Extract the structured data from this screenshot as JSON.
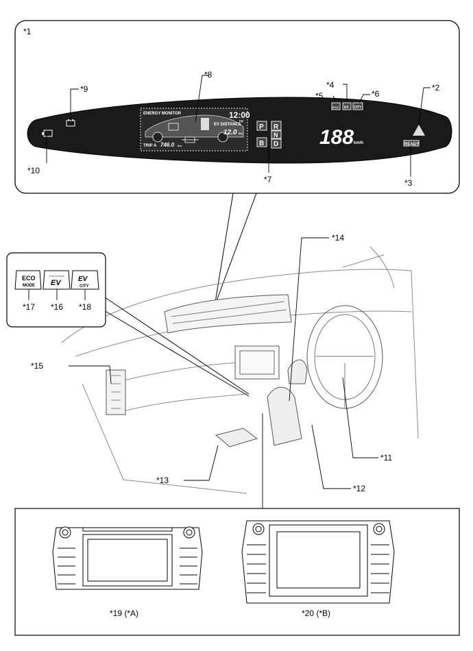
{
  "callouts": {
    "c1": "*1",
    "c2": "*2",
    "c3": "*3",
    "c4": "*4",
    "c5": "*5",
    "c6": "*6",
    "c7": "*7",
    "c8": "*8",
    "c9": "*9",
    "c10": "*10",
    "c11": "*11",
    "c12": "*12",
    "c13": "*13",
    "c14": "*14",
    "c15": "*15",
    "c16": "*16",
    "c17": "*17",
    "c18": "*18",
    "c19": "*19 (*A)",
    "c20": "*20 (*B)"
  },
  "meter": {
    "energy_monitor": "ENERGY MONITOR",
    "time": "12:00",
    "pm": "PM",
    "ev_distance_label": "EV DISTANCE",
    "ev_distance_value": "12.0",
    "ev_distance_unit": "km",
    "trip_label": "TRIP A",
    "trip_value": "746.0",
    "trip_unit": "km",
    "speed": "188",
    "speed_unit": "km/h",
    "ready": "READY",
    "shift_p": "P",
    "shift_r": "R",
    "shift_n": "N",
    "shift_b": "B",
    "shift_d": "D",
    "eco_indicator": "ECO",
    "ev_indicator": "EV",
    "city_indicator": "CITY"
  },
  "switches": {
    "eco_top": "ECO",
    "eco_bottom": "MODE",
    "ev_label": "EV",
    "ev_city_top": "EV",
    "ev_city_bottom": "CITY"
  }
}
